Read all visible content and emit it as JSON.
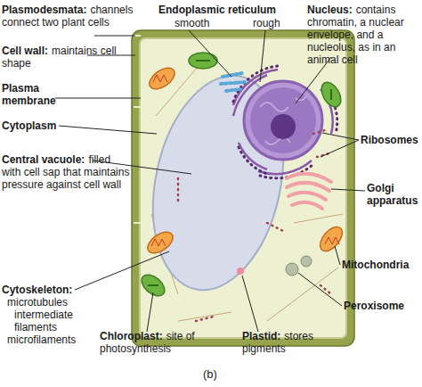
{
  "diagram": {
    "caption": "(b)",
    "labels": [
      "Plasmodesmata:",
      "channels connect two plant cells",
      "Endoplasmic reticulum",
      "smooth",
      "rough",
      "Nucleus:",
      "contains chromatin, a nuclear envelope, and a nucleolus, as in an animal cell",
      "Cell wall:",
      "maintains cell shape",
      "Plasma membrane",
      "Ribosomes",
      "Cytoplasm",
      "Golgi apparatus",
      "Central vacuole:",
      "filled with cell sap that maintains pressure against cell wall",
      "Mitochondria",
      "Peroxisome",
      "Cytoskeleton:",
      "microtubules",
      "intermediate filaments",
      "microfilaments",
      "Chloroplast:",
      "site of photosynthesis",
      "Plastid:",
      "stores pigments"
    ]
  }
}
